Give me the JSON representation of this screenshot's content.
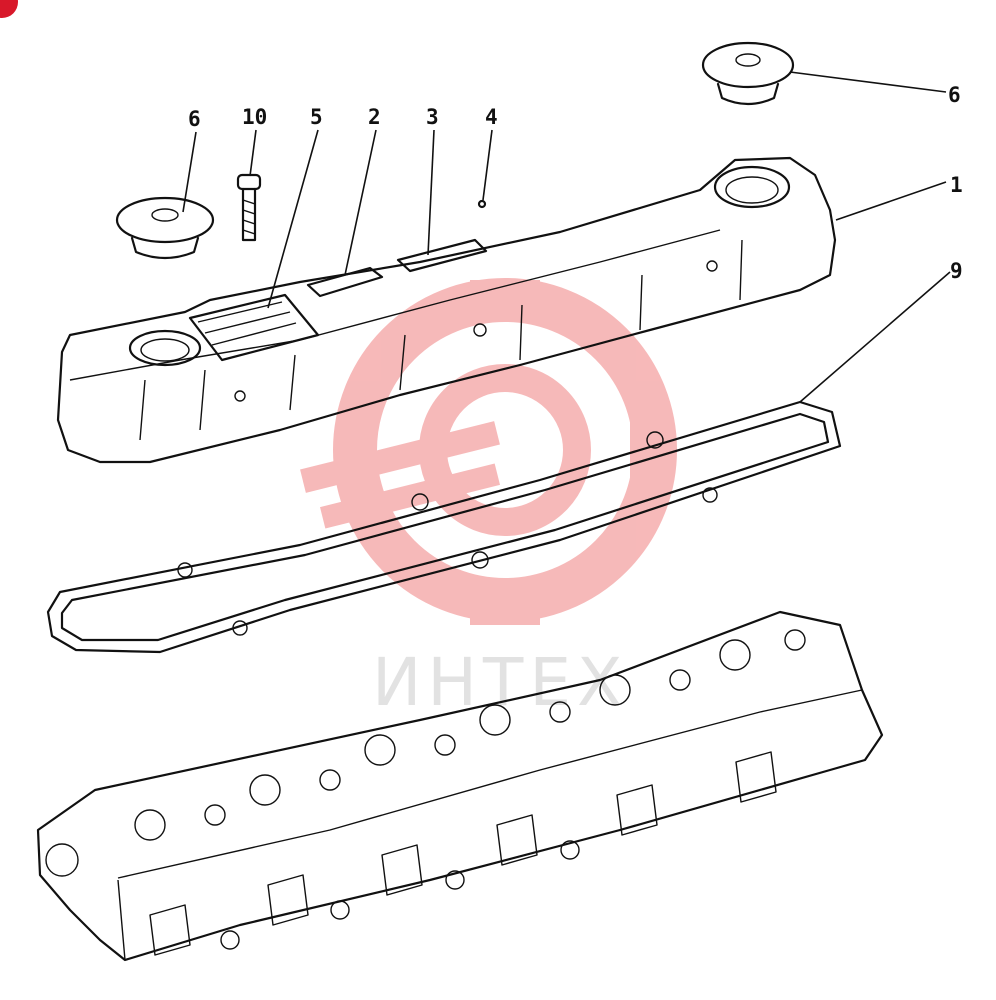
{
  "callouts": [
    {
      "id": "c6a",
      "label": "6"
    },
    {
      "id": "c10",
      "label": "10"
    },
    {
      "id": "c5",
      "label": "5"
    },
    {
      "id": "c2",
      "label": "2"
    },
    {
      "id": "c3",
      "label": "3"
    },
    {
      "id": "c4",
      "label": "4"
    },
    {
      "id": "c6b",
      "label": "6"
    },
    {
      "id": "c1",
      "label": "1"
    },
    {
      "id": "c9",
      "label": "9"
    }
  ],
  "watermark": {
    "text": "ИНТЕХ",
    "color": "#f08080"
  }
}
